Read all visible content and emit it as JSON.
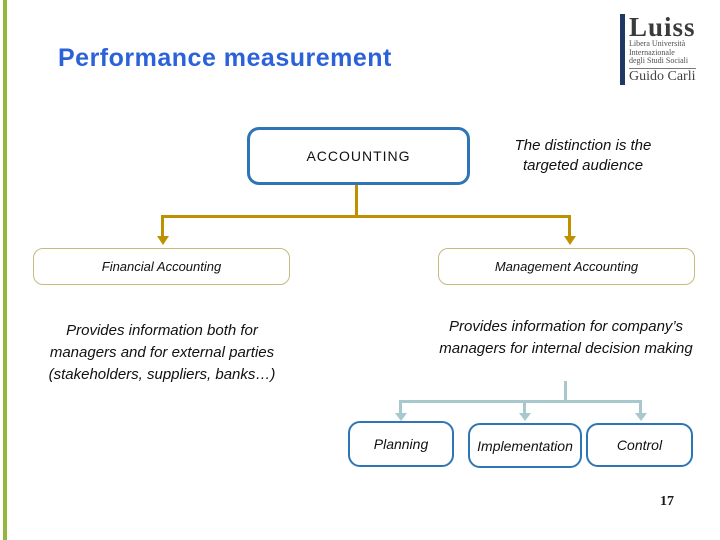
{
  "slide": {
    "title": "Performance measurement",
    "page_number": "17"
  },
  "logo": {
    "wordmark": "Luiss",
    "line1": "Libera Università",
    "line2": "Internazionale",
    "line3": "degli Studi Sociali",
    "line4": "Guido Carli"
  },
  "diagram": {
    "root_box": "ACCOUNTING",
    "annotation": "The distinction is the targeted audience",
    "left_branch": {
      "box": "Financial Accounting",
      "description": "Provides information both for managers and for external parties (stakeholders, suppliers, banks…)"
    },
    "right_branch": {
      "box": "Management Accounting",
      "description": "Provides information for company’s managers for internal decision making",
      "children": [
        "Planning",
        "Implementation",
        "Control"
      ]
    }
  },
  "colors": {
    "title_blue": "#2b62d9",
    "box_border_blue": "#2e75b6",
    "connector_gold": "#bf9000",
    "box_border_khaki": "#c8b97e",
    "connector_teal": "#a7c9ce",
    "logo_navy": "#1f3864",
    "left_edge_green": "#94b63e"
  }
}
